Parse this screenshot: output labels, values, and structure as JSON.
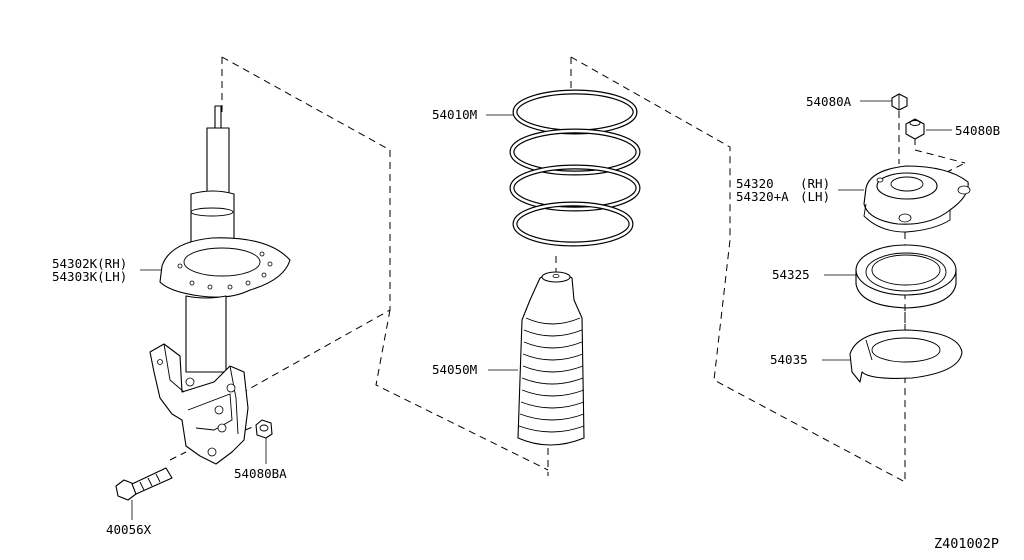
{
  "parts": {
    "strut_rh": "54302K(RH)",
    "strut_lh": "54303K(LH)",
    "spring": "54010M",
    "bumper": "54050M",
    "nut_a": "54080A",
    "nut_b": "54080B",
    "mount_rh_code": "54320",
    "mount_rh_side": "(RH)",
    "mount_lh_code": "54320+A",
    "mount_lh_side": "(LH)",
    "bearing": "54325",
    "seat": "54035",
    "lower_nut": "54080BA",
    "bolt": "40056X"
  },
  "figure_code": "Z401002P"
}
